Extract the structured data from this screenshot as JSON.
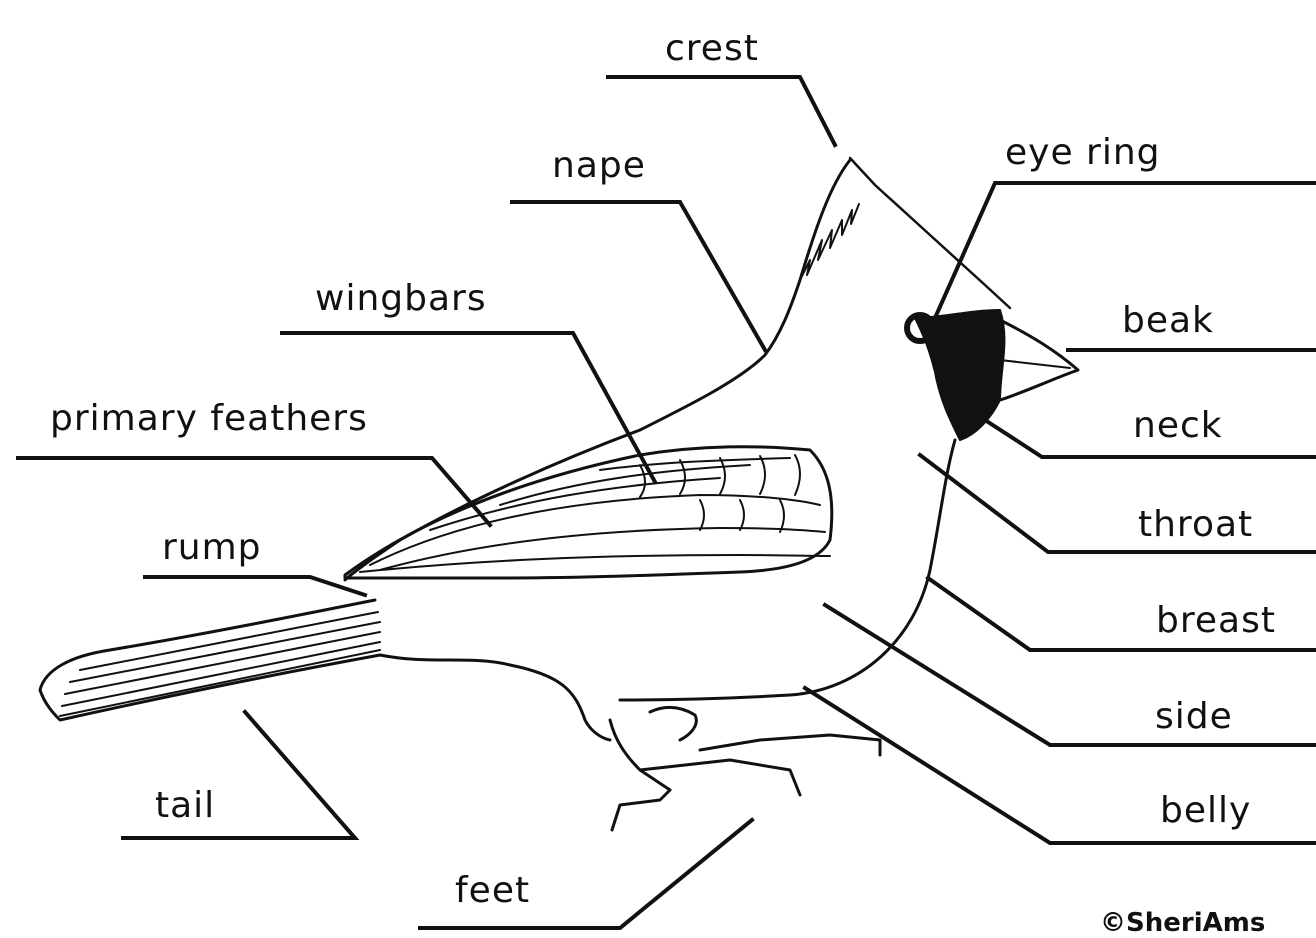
{
  "labels": {
    "crest": "crest",
    "nape": "nape",
    "wingbars": "wingbars",
    "primary_feathers": "primary feathers",
    "rump": "rump",
    "tail": "tail",
    "feet": "feet",
    "eye_ring": "eye ring",
    "beak": "beak",
    "neck": "neck",
    "throat": "throat",
    "breast": "breast",
    "side": "side",
    "belly": "belly"
  },
  "copyright": "©SheriAms",
  "colors": {
    "ink": "#111111",
    "background": "#ffffff"
  }
}
